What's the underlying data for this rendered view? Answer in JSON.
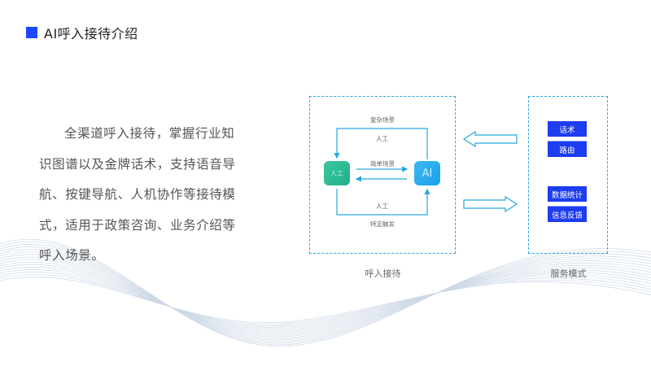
{
  "header": {
    "title": "AI呼入接待介绍"
  },
  "description": "全渠道呼入接待，掌握行业知识图谱以及金牌话术，支持语音导航、按键导航、人机协作等接待模式，适用于政策咨询、业务介绍等呼入场景。",
  "flow": {
    "caption": "呼入接待",
    "node_human": "人工",
    "node_ai": "AI",
    "top_scene": "复杂场景",
    "top_label": "人工",
    "middle_scene": "简单场景",
    "bottom_label": "人工",
    "bottom_scene": "特定触发"
  },
  "service": {
    "caption": "服务模式",
    "items": [
      "话术",
      "路由",
      "数据统计",
      "信息反馈"
    ]
  },
  "colors": {
    "accent": "#1e46ff",
    "dash": "#29a8e0",
    "service_button": "#1e3cf0"
  }
}
